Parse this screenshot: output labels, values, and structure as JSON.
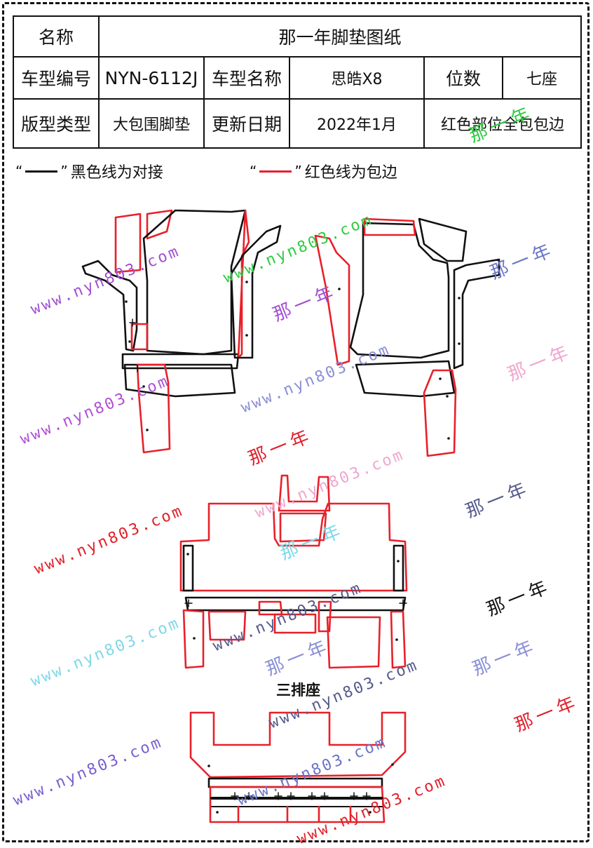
{
  "header": {
    "row1": {
      "label": "名称",
      "value": "那一年脚垫图纸"
    },
    "row2": {
      "code_label": "车型编号",
      "code": "NYN-6112J",
      "model_label": "车型名称",
      "model": "思皓X8",
      "seats_label": "位数",
      "seats": "七座"
    },
    "row3": {
      "style_label": "版型类型",
      "style": "大包围脚垫",
      "date_label": "更新日期",
      "date": "2022年1月",
      "note": "红色部位全包包边"
    }
  },
  "legend": {
    "black": {
      "quote_open": "“",
      "quote_close": "”",
      "text": "黑色线为对接",
      "color": "#111111"
    },
    "red": {
      "quote_open": "“",
      "quote_close": "”",
      "text": "红色线为包边",
      "color": "#e8202a"
    }
  },
  "third_row_label": "三排座",
  "watermarks": {
    "url": "www.nyn803.com",
    "brand": "那一年"
  },
  "colors": {
    "edge_red": "#e8202a",
    "joint_black": "#111111"
  }
}
